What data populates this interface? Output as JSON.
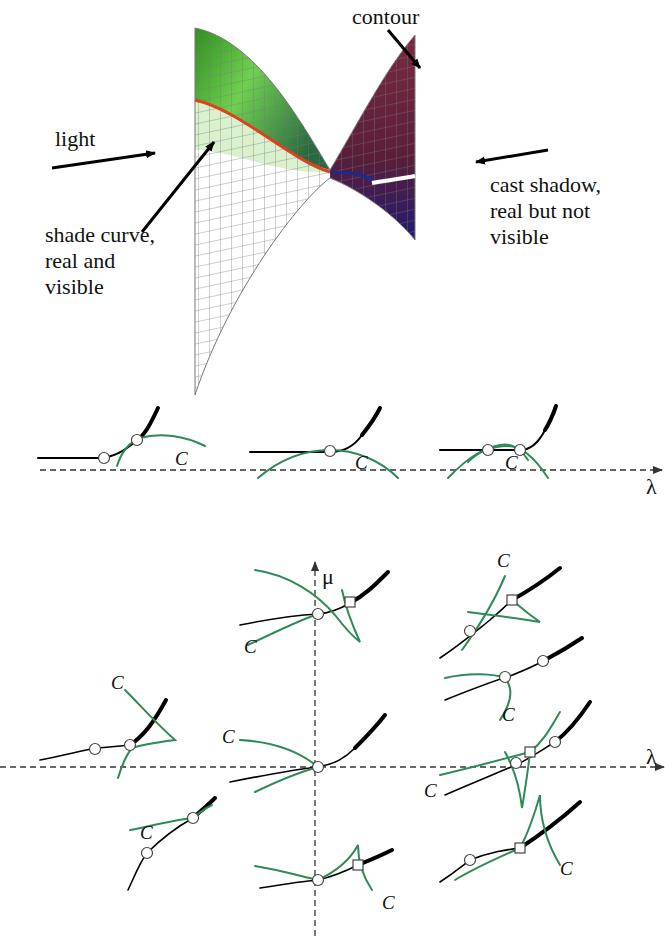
{
  "diagram": {
    "labels": [
      "contour",
      "light",
      "shade curve, real and visible",
      "cast shadow, real but not visible",
      "C",
      "C",
      "C",
      "λ",
      "μ",
      "C",
      "C",
      "C",
      "C",
      "C",
      "λ",
      "C",
      "C",
      "C",
      "C"
    ]
  }
}
